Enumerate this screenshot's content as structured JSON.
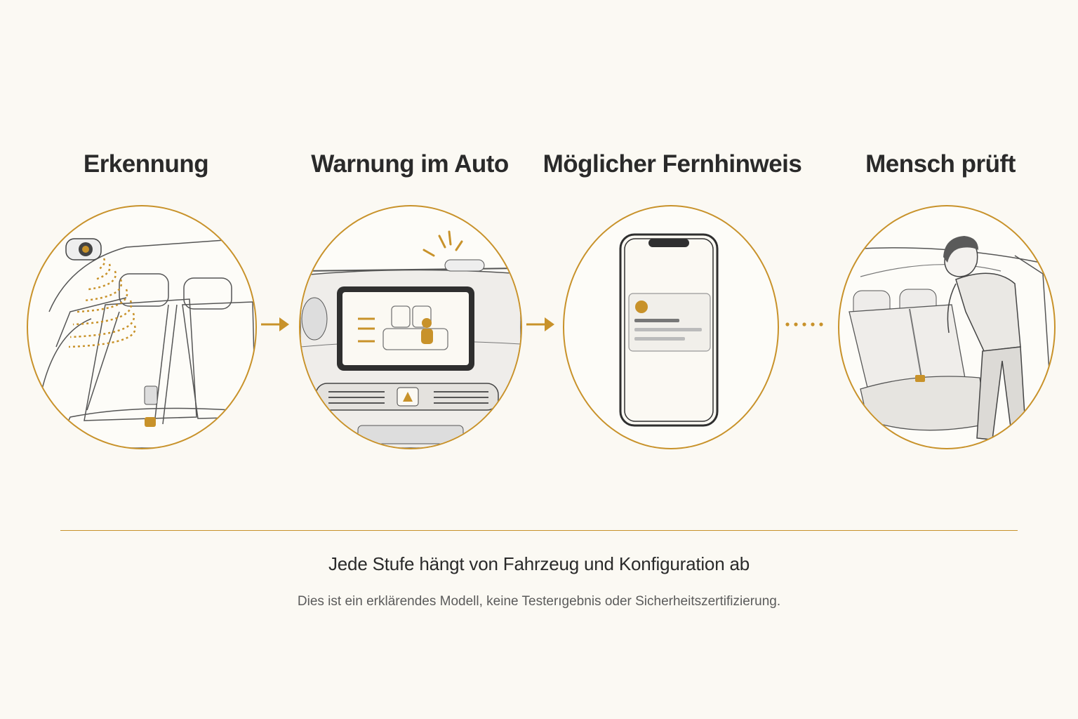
{
  "steps": [
    {
      "title": "Erkennung"
    },
    {
      "title": "Warnung im Auto"
    },
    {
      "title": "Möglicher Fernhinweis"
    },
    {
      "title": "Mensch prüft"
    }
  ],
  "footer": {
    "caption": "Jede Stufe hängt von Fahrzeug und Konfiguration ab",
    "note": "Dies ist ein erklärendes Modell, keine Testerıgebnis oder Sicherheitszertifizierung."
  },
  "colors": {
    "accent": "#c8922a",
    "background": "#fbf9f3",
    "line": "#444444"
  },
  "icons": [
    "camera-sensor-icon",
    "alert-rays-icon",
    "child-seat-icon",
    "phone-notification-icon",
    "arrow-right-icon",
    "dotted-connector-icon"
  ]
}
